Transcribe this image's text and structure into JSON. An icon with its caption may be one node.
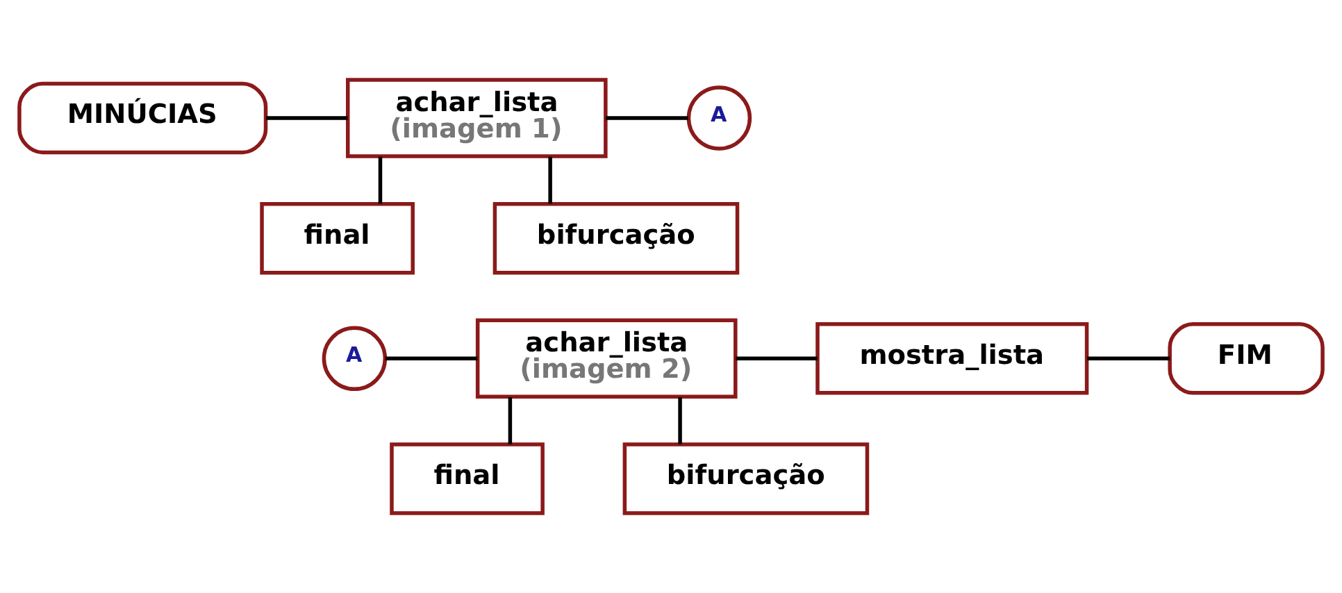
{
  "diagram": {
    "nodes": [
      {
        "text": [
          "MINÚCIAS"
        ]
      },
      {
        "text": [
          "achar_lista",
          "(imagem 1)"
        ]
      },
      {
        "text": [
          "A"
        ]
      },
      {
        "text": [
          "final"
        ]
      },
      {
        "text": [
          "bifurcação"
        ]
      },
      {
        "text": [
          "A"
        ]
      },
      {
        "text": [
          "achar_lista",
          "(imagem 2)"
        ]
      },
      {
        "text": [
          "mostra_lista"
        ]
      },
      {
        "text": [
          "FIM"
        ]
      },
      {
        "text": [
          "final"
        ]
      },
      {
        "text": [
          "bifurcação"
        ]
      }
    ],
    "edges": [
      {
        "from": 0,
        "to": 1,
        "arrow": "none"
      },
      {
        "from": 1,
        "to": 2,
        "arrow": "none"
      },
      {
        "from": 1,
        "to": 3,
        "arrow": "none"
      },
      {
        "from": 1,
        "to": 4,
        "arrow": "none"
      },
      {
        "from": 5,
        "to": 6,
        "arrow": "none"
      },
      {
        "from": 6,
        "to": 7,
        "arrow": "none"
      },
      {
        "from": 7,
        "to": 8,
        "arrow": "none"
      },
      {
        "from": 6,
        "to": 9,
        "arrow": "none"
      },
      {
        "from": 6,
        "to": 10,
        "arrow": "none"
      }
    ]
  }
}
